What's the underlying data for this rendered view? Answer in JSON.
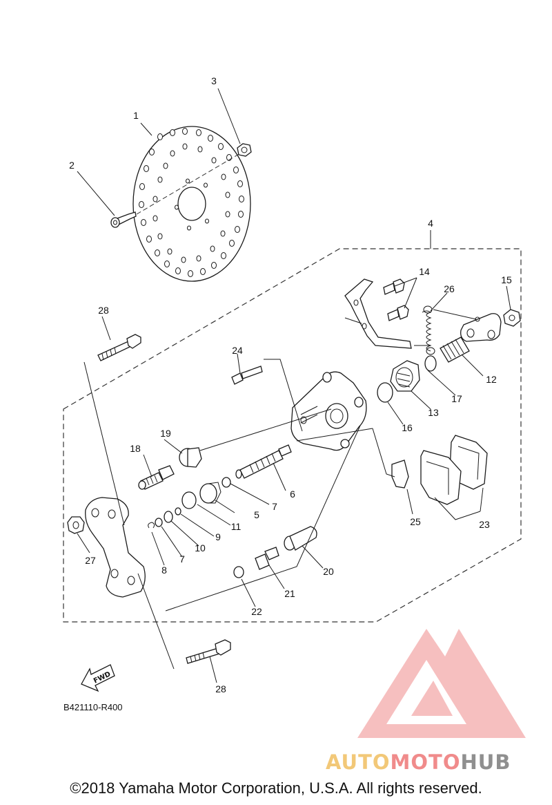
{
  "callouts": {
    "c1": "1",
    "c2": "2",
    "c3": "3",
    "c4": "4",
    "c5": "5",
    "c6": "6",
    "c7a": "7",
    "c7b": "7",
    "c8": "8",
    "c9": "9",
    "c10": "10",
    "c11": "11",
    "c12": "12",
    "c13": "13",
    "c14": "14",
    "c15": "15",
    "c16": "16",
    "c17": "17",
    "c18": "18",
    "c19": "19",
    "c20": "20",
    "c21": "21",
    "c22": "22",
    "c23": "23",
    "c24": "24",
    "c25": "25",
    "c26": "26",
    "c27": "27",
    "c28a": "28",
    "c28b": "28"
  },
  "fwd_label": "FWD",
  "diagram_code": "B421110-R400",
  "watermark": {
    "part1": "AUTO",
    "part2": "MOTO",
    "part3": "HUB",
    "color_auto": "#f2c878",
    "color_moto": "#f08b8b",
    "color_hub": "#8f8f8f"
  },
  "copyright": "©2018 Yamaha Motor Corporation, U.S.A. All rights reserved."
}
